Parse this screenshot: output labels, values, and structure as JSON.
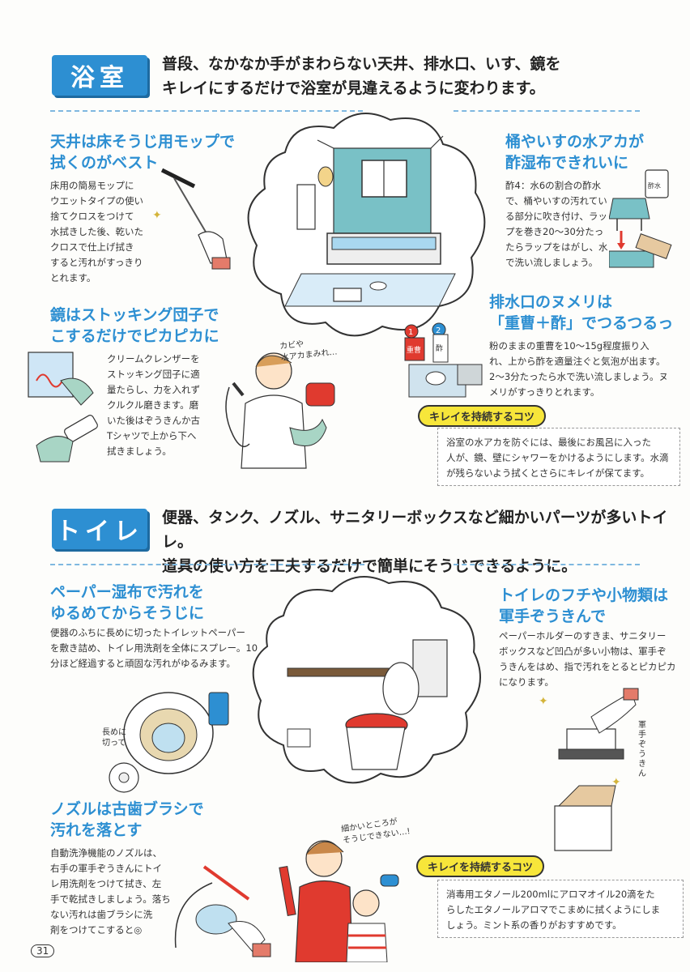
{
  "bath": {
    "badge": "浴室",
    "intro_lines": [
      "普段、なかなか手がまわらない天井、排水口、いす、鏡を",
      "キレイにするだけで浴室が見違えるように変わります。"
    ],
    "tips": [
      {
        "heading": [
          "天井は床そうじ用モップで",
          "拭くのがベスト"
        ],
        "body": [
          "床用の簡易モップに",
          "ウエットタイプの使い",
          "捨てクロスをつけて",
          "水拭きした後、乾いた",
          "クロスで仕上げ拭き",
          "すると汚れがすっきり",
          "とれます。"
        ]
      },
      {
        "heading": [
          "鏡はストッキング団子で",
          "こするだけでピカピカに"
        ],
        "body": [
          "クリームクレンザーを",
          "ストッキング団子に適",
          "量たらし、力を入れず",
          "クルクル磨きます。磨",
          "いた後はぞうきんか古",
          "Tシャツで上から下へ",
          "拭きましょう。"
        ]
      },
      {
        "heading": [
          "桶やいすの水アカが",
          "酢湿布できれいに"
        ],
        "body": [
          "酢4：水6の割合の酢水",
          "で、桶やいすの汚れてい",
          "る部分に吹き付け、ラッ",
          "プを巻き20〜30分たっ",
          "たらラップをはがし、水",
          "で洗い流しましょう。"
        ]
      },
      {
        "heading": [
          "排水口のヌメリは",
          "「重曹＋酢」でつるつるっ"
        ],
        "body": [
          "粉のままの重曹を10〜15g程度振り入",
          "れ、上から酢を適量注ぐと気泡が出ます。",
          "2〜3分たったら水で洗い流しましょう。ヌ",
          "メリがすっきりとれます。"
        ]
      }
    ],
    "keep_tag": "キレイを持続するコツ",
    "keep_body": [
      "浴室の水アカを防ぐには、最後にお風呂に入った",
      "人が、鏡、壁にシャワーをかけるようにします。水滴",
      "が残らないよう拭くとさらにキレイが保てます。"
    ],
    "bubble": [
      "カビや",
      "水アカまみれ…"
    ],
    "step_labels": [
      "1",
      "2"
    ],
    "bottle_labels": [
      "重曹",
      "酢",
      "酢水"
    ]
  },
  "toilet": {
    "badge": "トイレ",
    "intro_lines": [
      "便器、タンク、ノズル、サニタリーボックスなど細かいパーツが多いトイレ。",
      "道具の使い方を工夫するだけで簡単にそうじできるように。"
    ],
    "tips": [
      {
        "heading": [
          "ペーパー湿布で汚れを",
          "ゆるめてからそうじに"
        ],
        "body": [
          "便器のふちに長めに切ったトイレットペーパー",
          "を敷き詰め、トイレ用洗剤を全体にスプレー。10",
          "分ほど経過すると頑固な汚れがゆるみます。"
        ]
      },
      {
        "heading": [
          "トイレのフチや小物類は",
          "軍手ぞうきんで"
        ],
        "body": [
          "ペーパーホルダーのすきま、サニタリー",
          "ボックスなど凹凸が多い小物は、軍手ぞ",
          "うきんをはめ、指で汚れをとるとピカピカ",
          "になります。"
        ]
      },
      {
        "heading": [
          "ノズルは古歯ブラシで",
          "汚れを落とす"
        ],
        "body": [
          "自動洗浄機能のノズルは、",
          "右手の軍手ぞうきんにトイ",
          "レ用洗剤をつけて拭き、左",
          "手で乾拭きしましょう。落ち",
          "ない汚れは歯ブラシに洗",
          "剤をつけてこすると◎"
        ]
      }
    ],
    "keep_tag": "キレイを持続するコツ",
    "keep_body": [
      "消毒用エタノール200mlにアロマオイル20滴をた",
      "らしたエタノールアロマでこまめに拭くようにしま",
      "しょう。ミント系の香りがおすすめです。"
    ],
    "note_long": [
      "長めに",
      "切って"
    ],
    "note_gunte": "軍手ぞうきん",
    "bubble": [
      "細かいところが",
      "そうじできない…!"
    ]
  },
  "page_number": "31",
  "colors": {
    "accent": "#2d8fd2",
    "tag": "#f7e63a",
    "wall": "#79c1c6",
    "toilet_red": "#e03a2f"
  }
}
